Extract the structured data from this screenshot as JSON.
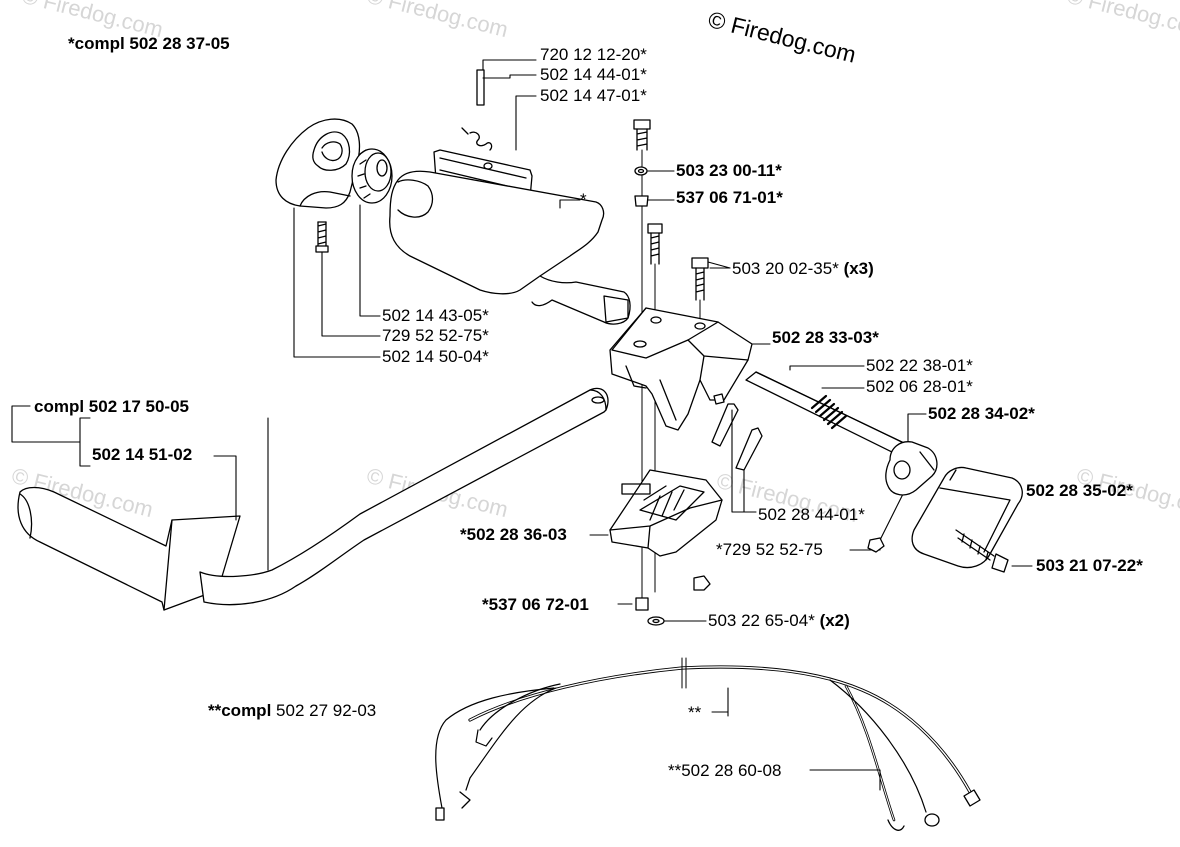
{
  "copyright": "© Firedog.com",
  "watermark": "© Firedog.com",
  "groups": {
    "compl_top": "*compl 502 28 37-05",
    "compl_handle_prefix": "compl",
    "compl_handle_number": "502 17 50-05",
    "compl_cable_prefix": "**compl",
    "compl_cable_number": "502 27 92-03"
  },
  "labels": {
    "p720_12_12_20": "720 12 12-20*",
    "p502_14_44_01": "502 14 44-01*",
    "p502_14_47_01": "502 14 47-01*",
    "star": "*",
    "p503_23_00_11": "503 23 00-11*",
    "p537_06_71_01": "537 06 71-01*",
    "p503_20_02_35": "503 20 02-35*",
    "p503_20_02_35_qty": "(x3)",
    "p502_28_33_03": "502 28 33-03*",
    "p502_14_43_05": "502 14 43-05*",
    "p729_52_52_75": "729 52 52-75*",
    "p502_14_50_04": "502 14 50-04*",
    "p502_22_38_01": "502 22 38-01*",
    "p502_06_28_01": "502 06 28-01*",
    "p502_28_34_02": "502 28 34-02*",
    "p502_14_51_02": "502 14 51-02",
    "p502_28_35_02": "502 28 35-02*",
    "p502_28_44_01": "502 28 44-01*",
    "p502_28_36_03": "*502 28 36-03",
    "p729_52_52_75b": "*729 52 52-75",
    "p503_21_07_22": "503 21 07-22*",
    "p537_06_72_01": "*537 06 72-01",
    "p503_22_65_04": "503 22 65-04*",
    "p503_22_65_04_qty": "(x2)",
    "double_star": "**",
    "p502_28_60_08": "**502 28 60-08"
  },
  "colors": {
    "ink": "#000000",
    "watermark": "#d6d6d6"
  }
}
